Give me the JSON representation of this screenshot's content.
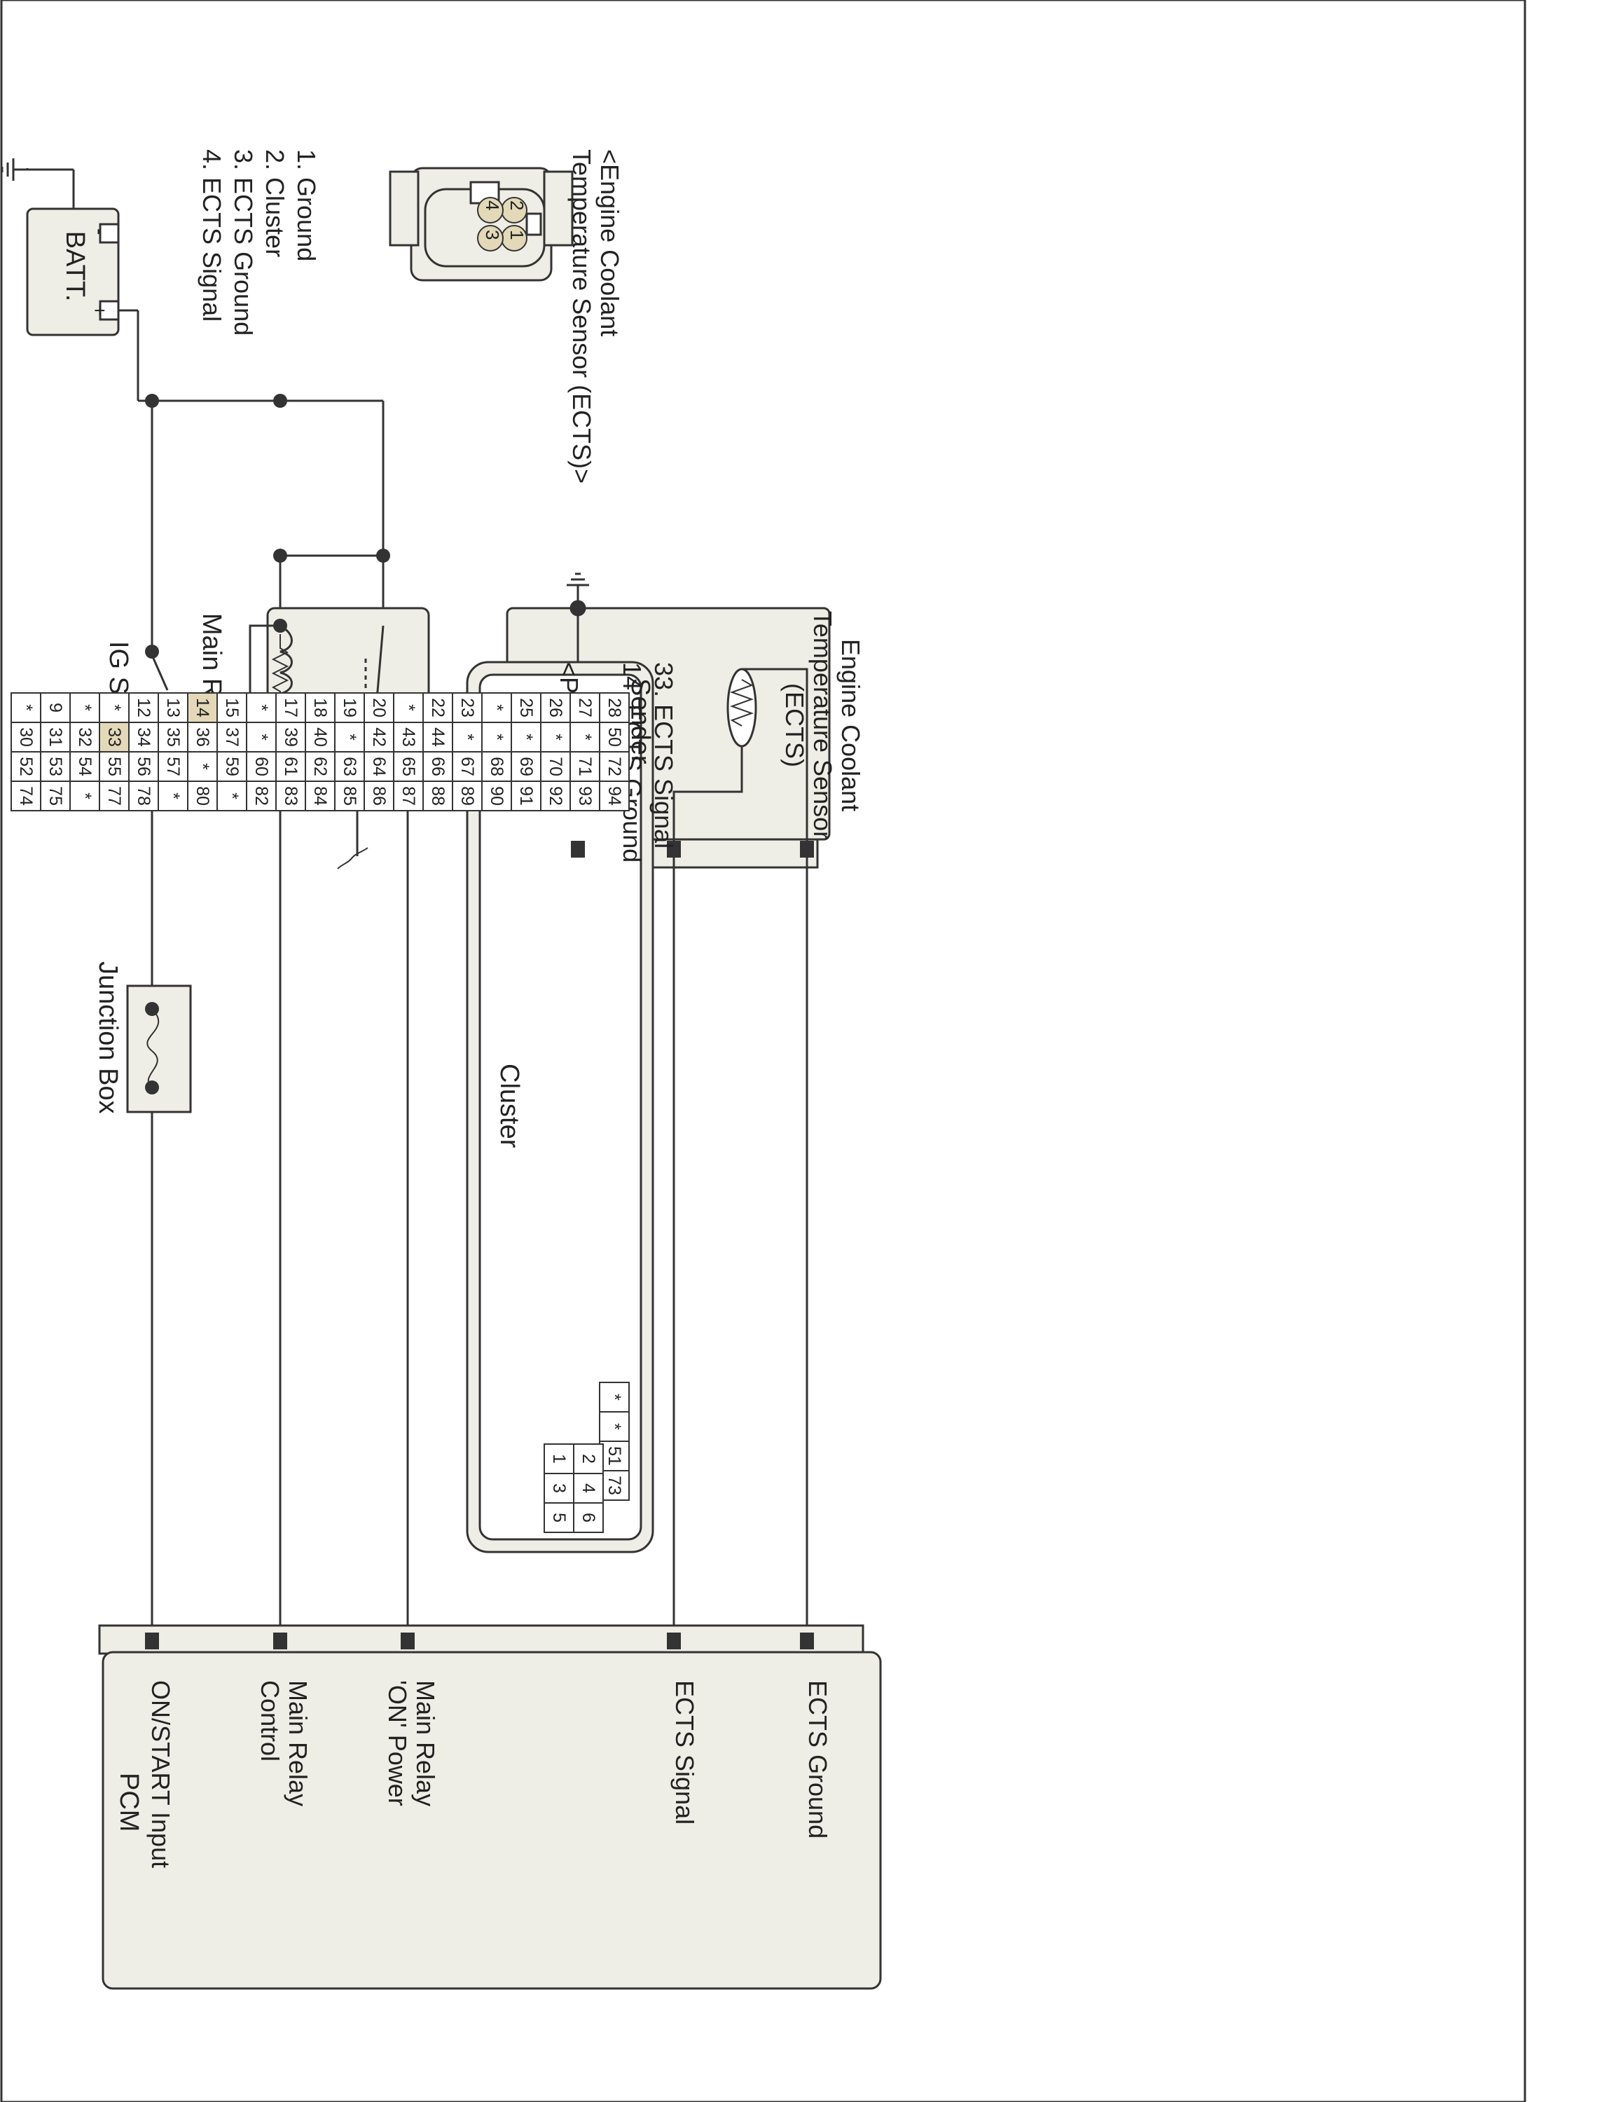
{
  "battery": {
    "label": "BATT.",
    "neg": "-",
    "pos": "+"
  },
  "ig_switch": {
    "label": "IG SW"
  },
  "main_relay": {
    "label": "Main Relay"
  },
  "junction_box": {
    "label": "Junction Box"
  },
  "cluster": {
    "label": "Cluster"
  },
  "ects_component": {
    "sender_label": "Sender",
    "name_lines": "Engine Coolant\nTemperature Sensor\n(ECTS)"
  },
  "pcm": {
    "title": "PCM",
    "pins": [
      {
        "label": "ON/START Input"
      },
      {
        "label": "Main Relay\nControl"
      },
      {
        "label": "Main Relay\n'ON' Power"
      },
      {
        "label": "ECTS Signal"
      },
      {
        "label": "ECTS Ground"
      }
    ]
  },
  "ects_connector": {
    "title": "<Engine Coolant\nTemperature Sensor (ECTS)>",
    "pin_numbers": [
      "2",
      "1",
      "4",
      "3"
    ],
    "pins": [
      "1. Ground",
      "2. Cluster",
      "3. ECTS Ground",
      "4. ECTS Signal"
    ]
  },
  "pcm_connector": {
    "title": "<PCM>",
    "pins": [
      "14. ECTS Ground",
      "33. ECTS Signal"
    ],
    "main_rows": [
      [
        "94",
        "93",
        "92",
        "91",
        "90",
        "89",
        "88",
        "87",
        "86",
        "85",
        "84",
        "83",
        "82",
        "*",
        "80",
        "*",
        "78",
        "77",
        "*",
        "75",
        "74"
      ],
      [
        "72",
        "71",
        "70",
        "69",
        "68",
        "67",
        "66",
        "65",
        "64",
        "63",
        "62",
        "61",
        "60",
        "59",
        "*",
        "57",
        "56",
        "55",
        "54",
        "53",
        "52"
      ],
      [
        "50",
        "*",
        "*",
        "*",
        "*",
        "*",
        "44",
        "43",
        "42",
        "*",
        "40",
        "39",
        "*",
        "37",
        "36",
        "35",
        "34",
        "33",
        "32",
        "31",
        "30"
      ],
      [
        "28",
        "27",
        "26",
        "25",
        "*",
        "23",
        "22",
        "*",
        "20",
        "19",
        "18",
        "17",
        "*",
        "15",
        "14",
        "13",
        "12",
        "*",
        "*",
        "9",
        "*"
      ]
    ],
    "highlight": [
      "33",
      "14"
    ],
    "side_rows": [
      [
        "73"
      ],
      [
        "51"
      ],
      [
        "*"
      ],
      [
        "*"
      ]
    ],
    "end_rows": [
      [
        "6",
        "5"
      ],
      [
        "4",
        "3"
      ],
      [
        "2",
        "1"
      ]
    ]
  }
}
